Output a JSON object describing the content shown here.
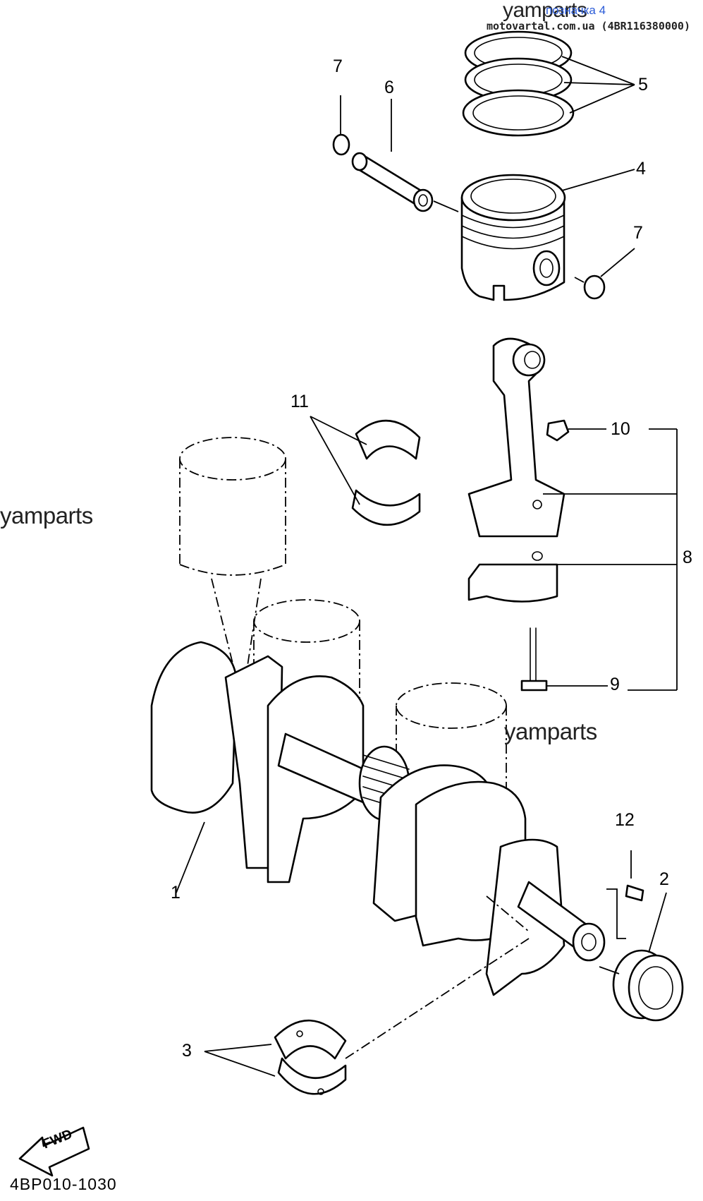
{
  "header": {
    "watermark_top": "yamparts",
    "link_text": "позначка 4",
    "url_text": "motovartal.com.ua (4BR116380000)"
  },
  "watermarks": {
    "left": "yamparts",
    "middle": "yamparts"
  },
  "callouts": {
    "c1": "1",
    "c2": "2",
    "c3": "3",
    "c4": "4",
    "c5": "5",
    "c6": "6",
    "c7a": "7",
    "c7b": "7",
    "c8": "8",
    "c9": "9",
    "c10": "10",
    "c11": "11",
    "c12": "12"
  },
  "footer": {
    "fwd_label": "FWD",
    "diagram_code": "4BP010-1030"
  },
  "colors": {
    "line": "#000000",
    "link": "#2a5bd7",
    "background": "#ffffff"
  }
}
